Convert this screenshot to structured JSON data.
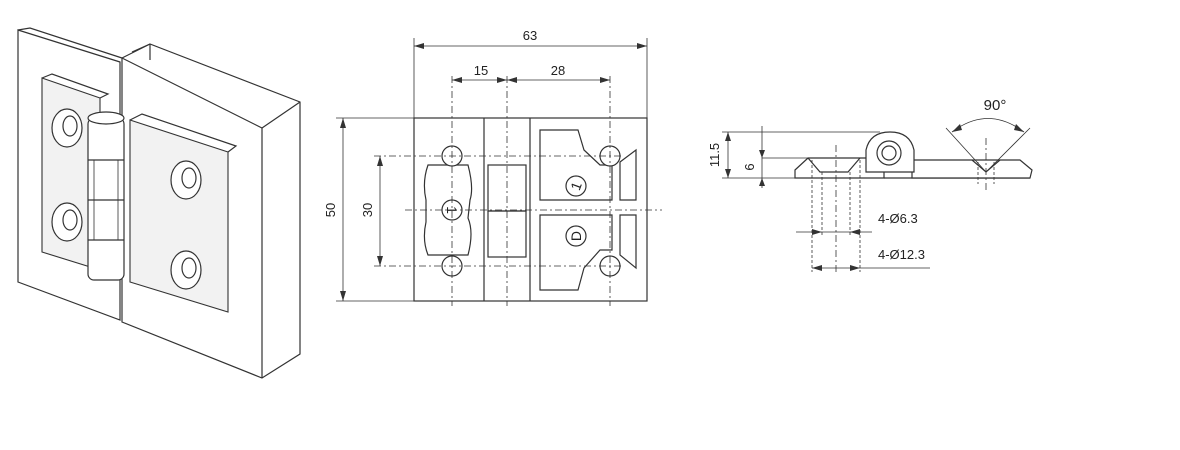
{
  "dimensions": {
    "overall_width": "63",
    "left_offset": "15",
    "right_offset": "28",
    "height": "50",
    "hole_spacing": "30",
    "total_thickness": "11.5",
    "leaf_thickness": "6",
    "hole_small": "4-Ø6.3",
    "hole_large": "4-Ø12.3",
    "opening_angle": "90°"
  },
  "markings": {
    "left_leaf": "1",
    "right_leaf_top": "1",
    "right_leaf_bottom": "D"
  },
  "colors": {
    "line": "#333333",
    "background": "#ffffff"
  }
}
